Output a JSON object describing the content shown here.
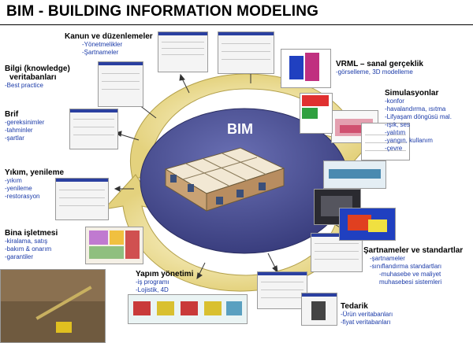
{
  "title": "BIM - BUILDING INFORMATION MODELING",
  "center_label": "BIM",
  "blocks": {
    "kanun": {
      "head": "Kanun ve düzenlemeler",
      "items": [
        "-Yönetmelikler",
        "-Şartnameler"
      ]
    },
    "bilgi": {
      "head": "Bilgi (knowledge)",
      "head2": "veritabanları",
      "items": [
        "-Best practice"
      ]
    },
    "brif": {
      "head": "Brif",
      "items": [
        "-gereksinimler",
        "-tahminler",
        "-şartlar"
      ]
    },
    "yikim": {
      "head": "Yıkım, yenileme",
      "items": [
        "-yıkım",
        "-yenileme",
        "-restorasyon"
      ]
    },
    "isletme": {
      "head": "Bina işletmesi",
      "items": [
        "-kiralama, satış",
        "-bakım & onarım",
        "-garantiler"
      ]
    },
    "yapim": {
      "head": "Yapım yönetimi",
      "items": [
        "-iş programı",
        "-Lojistik, 4D"
      ]
    },
    "tedarik": {
      "head": "Tedarik",
      "items": [
        "-Ürün veritabanları",
        "-fiyat veritabanları"
      ]
    },
    "sartname": {
      "head": "Şartnameler ve standartlar",
      "items": [
        "-şartnameler",
        "-sınıflandırma standartları",
        "-muhasebe ve maliyet",
        "muhasebesi sistemleri"
      ]
    },
    "simulasyon": {
      "head": "Simulasyonlar",
      "items": [
        "-konfor",
        "-havalandırma, ısıtma",
        "-Lifyaşam döngüsü mal.",
        "-ışık, ses",
        "-yalıtım",
        "-yangın, kullanım",
        "-çevre"
      ]
    },
    "vrml": {
      "head": "VRML – sanal gerçeklik",
      "items": [
        "-görselleme, 3D modelleme"
      ]
    }
  },
  "colors": {
    "ring": "#e9d98c",
    "ring_edge": "#b3a04a",
    "ellipse": "#4a4f93",
    "item_text": "#1a3aa8"
  }
}
